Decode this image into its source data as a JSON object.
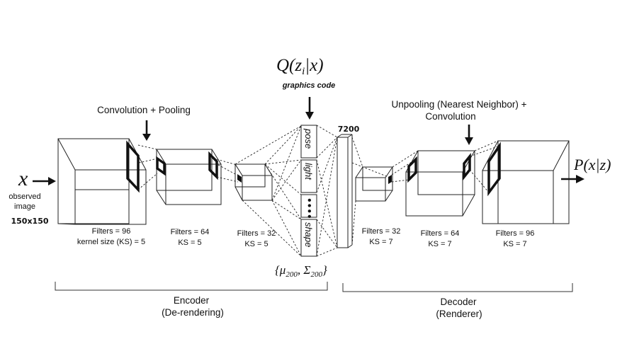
{
  "input": {
    "var": "x",
    "caption_line1": "observed",
    "caption_line2": "image",
    "size": "150x150"
  },
  "encoder": {
    "stage_title": "Convolution + Pooling",
    "layers": [
      {
        "line1": "Filters = 96",
        "line2": "kernel size (KS) = 5"
      },
      {
        "line1": "Filters = 64",
        "line2": "KS = 5"
      },
      {
        "line1": "Filters = 32",
        "line2": "KS = 5"
      }
    ],
    "bracket_line1": "Encoder",
    "bracket_line2": "(De-rendering)"
  },
  "latent": {
    "q_label": "Q(z",
    "q_sub": "i",
    "q_rest": "|x)",
    "graphics_code": "graphics code",
    "codes": [
      "pose",
      "light",
      "shape"
    ],
    "dots": "••••",
    "dim": "7200",
    "params_open": "{μ",
    "mu_sub": "200",
    "params_mid": ", Σ",
    "sigma_sub": "200",
    "params_close": "}"
  },
  "decoder": {
    "stage_title_line1": "Unpooling (Nearest Neighbor) +",
    "stage_title_line2": "Convolution",
    "layers": [
      {
        "line1": "Filters = 32",
        "line2": "KS = 7"
      },
      {
        "line1": "Filters = 64",
        "line2": "KS = 7"
      },
      {
        "line1": "Filters = 96",
        "line2": "KS = 7"
      }
    ],
    "bracket_line1": "Decoder",
    "bracket_line2": "(Renderer)"
  },
  "output": {
    "label": "P(x|z)"
  }
}
